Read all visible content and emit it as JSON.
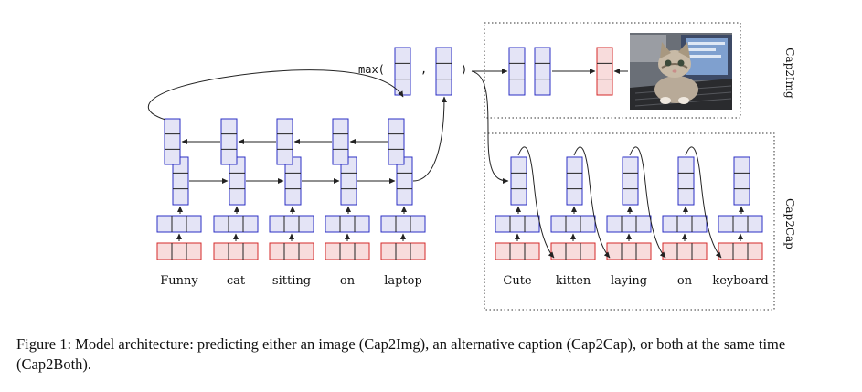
{
  "diagram": {
    "encoder_words": [
      "Funny",
      "cat",
      "sitting",
      "on",
      "laptop"
    ],
    "decoder_words": [
      "Cute",
      "kitten",
      "laying",
      "on",
      "keyboard"
    ],
    "max_label": "max(",
    "max_comma": ",",
    "max_close": ")",
    "cap2img_label": "Cap2Img",
    "cap2cap_label": "Cap2Cap",
    "image_description": "kitten-on-laptop-photo",
    "colors": {
      "blue_stroke": "#2b2fc4",
      "blue_fill": "#e4e4f6",
      "red_stroke": "#d42a2a",
      "red_fill": "#f8dcdc",
      "arrow": "#222222"
    }
  },
  "caption": {
    "text": "Figure 1: Model architecture: predicting either an image (Cap2Img), an alternative caption (Cap2Cap), or both at the same time (Cap2Both)."
  }
}
